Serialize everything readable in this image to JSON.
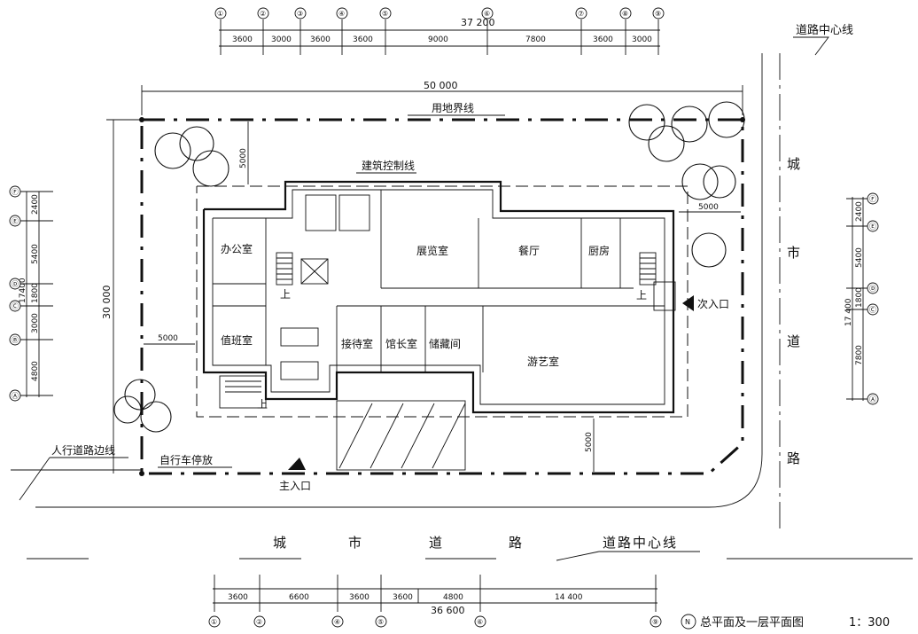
{
  "top_dims": {
    "total": "37 200",
    "segments": [
      "3600",
      "3000",
      "3600",
      "3600",
      "9000",
      "7800",
      "3600",
      "3000"
    ],
    "axes": [
      "①",
      "②",
      "③",
      "④",
      "⑤",
      "⑥",
      "⑦",
      "⑧",
      "⑨"
    ]
  },
  "bottom_dims": {
    "total": "36 600",
    "segments": [
      "3600",
      "6600",
      "3600",
      "3600",
      "4800",
      "14 400"
    ],
    "axes": [
      "①",
      "②",
      "④",
      "⑤",
      "⑥",
      "⑨"
    ]
  },
  "left_dims": {
    "total": "17400",
    "segments": [
      "2400",
      "5400",
      "1800",
      "3000",
      "4800"
    ],
    "axes": [
      "Ⓕ",
      "Ⓔ",
      "Ⓓ",
      "Ⓒ",
      "Ⓑ",
      "Ⓐ"
    ]
  },
  "right_dims": {
    "total": "17 400",
    "segments": [
      "2400",
      "5400",
      "1800",
      "7800"
    ],
    "axes": [
      "Ⓕ",
      "Ⓔ",
      "Ⓓ",
      "Ⓒ",
      "Ⓐ"
    ]
  },
  "site": {
    "width_dim": "50 000",
    "depth_dim": "30 000",
    "setback_top": "5000",
    "setback_left": "5000",
    "setback_right": "5000",
    "setback_bottom": "5000",
    "property_line_label": "用地界线",
    "building_line_label": "建筑控制线",
    "sidewalk_label": "人行道路边线",
    "bike_parking_label": "自行车停放",
    "main_entrance_label": "主入口",
    "secondary_entrance_label": "次入口",
    "up_label": "上"
  },
  "roads": {
    "road_centerline_top": "道路中心线",
    "road_centerline_bottom": "道路中心线",
    "road_right": [
      "城",
      "市",
      "道",
      "路"
    ],
    "road_bottom": [
      "城",
      "市",
      "道",
      "路"
    ]
  },
  "rooms": {
    "office": "办公室",
    "exhibition": "展览室",
    "dining": "餐厅",
    "kitchen": "厨房",
    "duty": "值班室",
    "reception": "接待室",
    "director": "馆长室",
    "storage": "储藏间",
    "recreation": "游艺室"
  },
  "title": {
    "text": "总平面及一层平面图",
    "scale": "1：300",
    "north_symbol": "N"
  }
}
